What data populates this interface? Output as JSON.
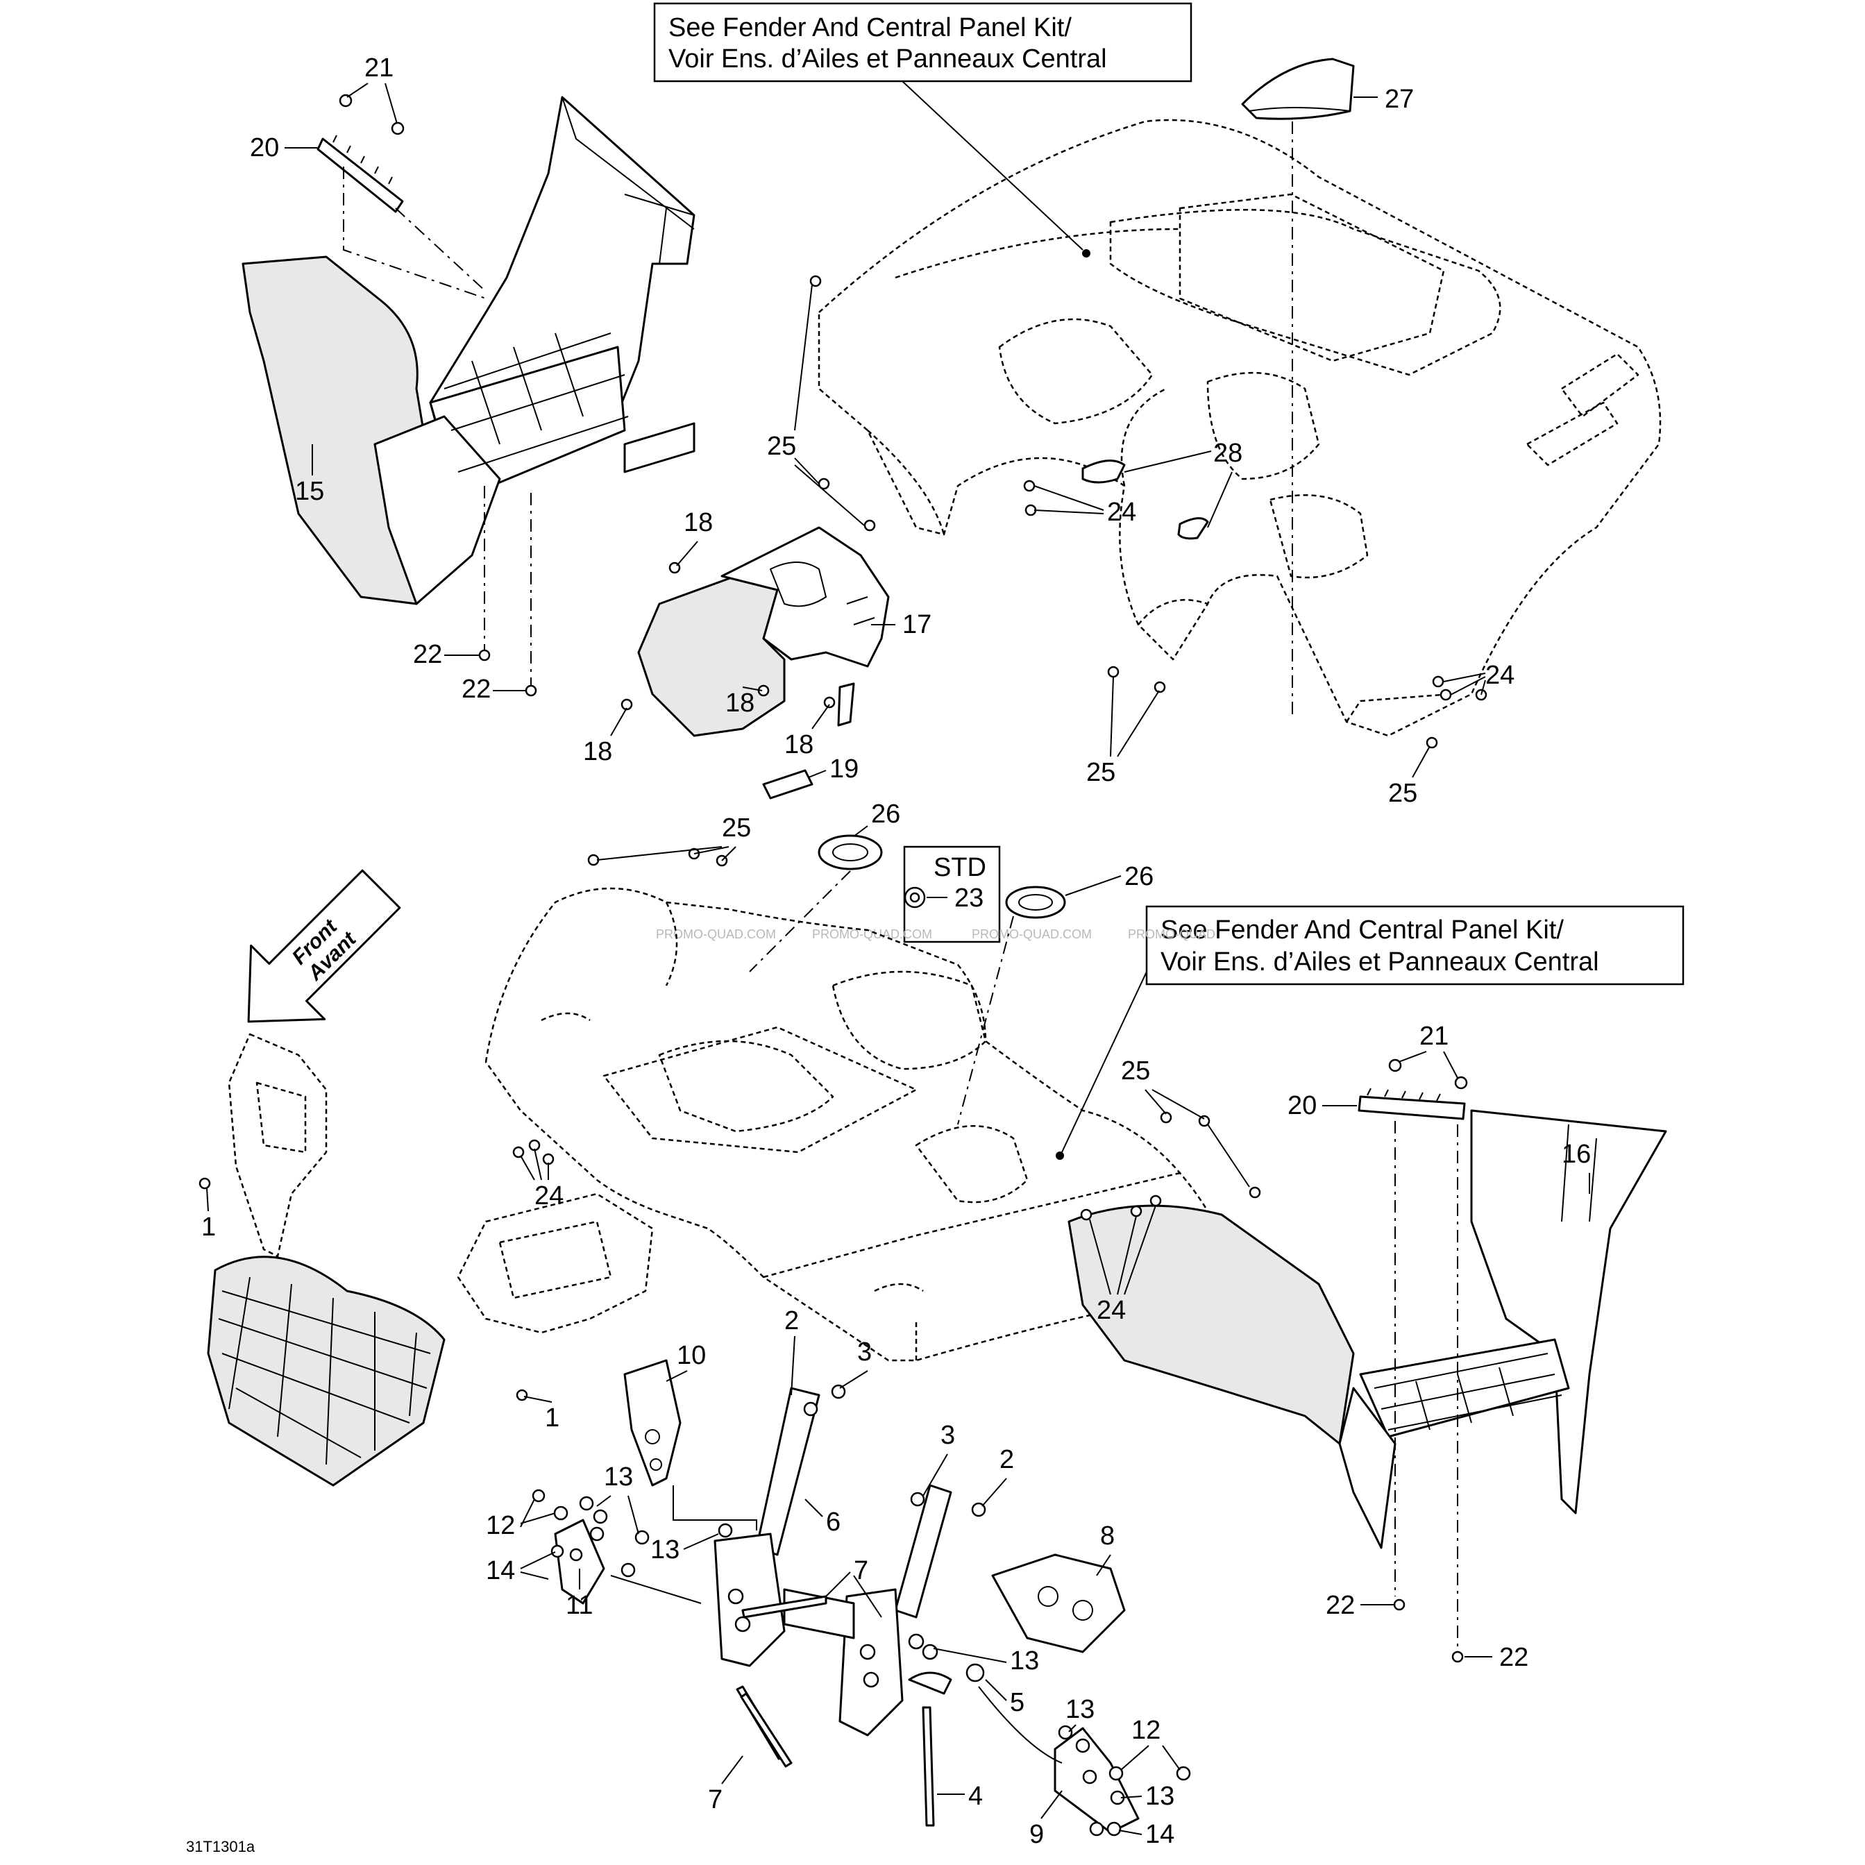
{
  "notes": {
    "top": {
      "line1": "See Fender And Central Panel Kit/",
      "line2": "Voir Ens. d’Ailes et Panneaux Central"
    },
    "middle": {
      "line1": "See Fender And Central Panel Kit/",
      "line2": "Voir Ens. d’Ailes et Panneaux Central"
    }
  },
  "std_label": "STD",
  "front_arrow": {
    "line1": "Front",
    "line2": "Avant"
  },
  "figure_id": "31T1301a",
  "watermark": [
    "PROMO-QUAD.COM",
    "PROMO-QUAD.COM",
    "PROMO-QUAD.COM",
    "PROMO-QUAD"
  ],
  "callouts": {
    "c1a": "1",
    "c1b": "1",
    "c2a": "2",
    "c2b": "2",
    "c3a": "3",
    "c3b": "3",
    "c4": "4",
    "c5": "5",
    "c6": "6",
    "c7a": "7",
    "c7b": "7",
    "c8": "8",
    "c9": "9",
    "c10": "10",
    "c11": "11",
    "c12a": "12",
    "c12b": "12",
    "c13a": "13",
    "c13b": "13",
    "c13c": "13",
    "c13d": "13",
    "c13e": "13",
    "c14a": "14",
    "c14b": "14",
    "c15": "15",
    "c16": "16",
    "c17": "17",
    "c18a": "18",
    "c18b": "18",
    "c18c": "18",
    "c18d": "18",
    "c19": "19",
    "c20a": "20",
    "c20b": "20",
    "c21a": "21",
    "c21b": "21",
    "c22a": "22",
    "c22b": "22",
    "c22c": "22",
    "c22d": "22",
    "c23": "23",
    "c24a": "24",
    "c24b": "24",
    "c24c": "24",
    "c24d": "24",
    "c25a": "25",
    "c25b": "25",
    "c25c": "25",
    "c25d": "25",
    "c25e": "25",
    "c26a": "26",
    "c26b": "26",
    "c27": "27",
    "c28": "28"
  }
}
